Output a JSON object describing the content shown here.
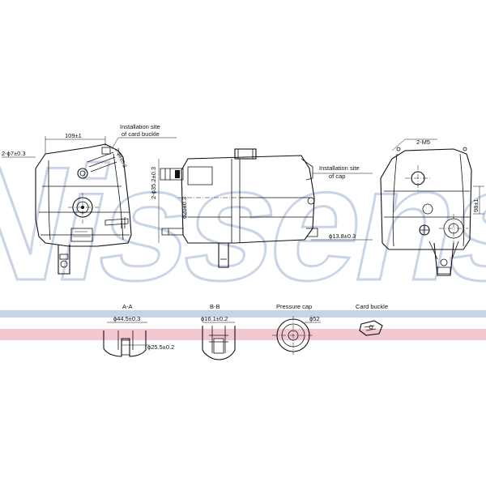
{
  "watermark": {
    "text": "Nissens",
    "color": "#c9d4e6"
  },
  "band_colors": {
    "blue": "#c6d3e8",
    "pink": "#f2c7cf"
  },
  "dimensions": {
    "left_top_width": "109±1",
    "left_side_hole": "2-ϕ7±0.3",
    "left_buckle_label": "2-ϕ8±0.2",
    "center_vert_1": "2-ϕ35.2±0.3",
    "center_vert_2": "ϕ20±0.3",
    "right_tapped": "2-M5",
    "right_height": "98±1",
    "right_pipe": "ϕ13.8±0.3"
  },
  "callouts": {
    "buckle_site_line1": "Installation site",
    "buckle_site_line2": "of card buckle",
    "cap_site_line1": "Installation site",
    "cap_site_line2": "of cap"
  },
  "sections": {
    "aa": {
      "title": "A-A",
      "dim1": "ϕ44.5±0.3",
      "dim2": "ϕ25.5±0.2"
    },
    "bb": {
      "title": "B-B",
      "dim1": "ϕ16.1±0.2"
    },
    "pressure_cap": {
      "title": "Pressure cap",
      "dim1": "ϕ52"
    },
    "card_buckle": {
      "title": "Card buckle"
    }
  }
}
